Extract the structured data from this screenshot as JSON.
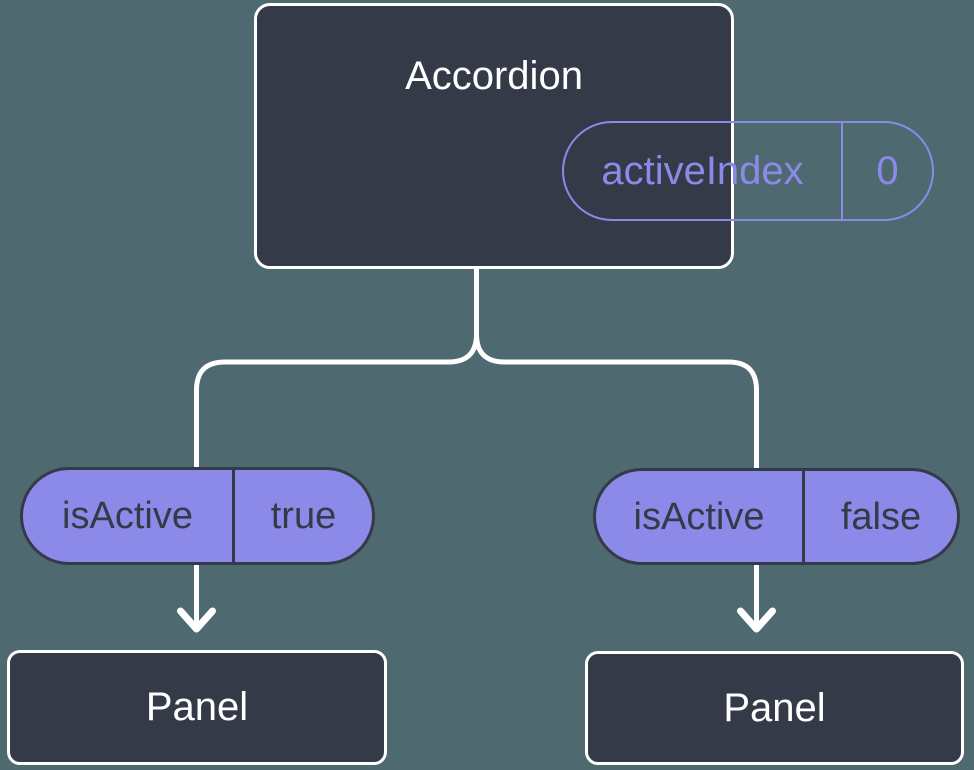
{
  "colors": {
    "background": "#4e6a70",
    "node_fill": "#343a47",
    "node_border": "#ffffff",
    "connector": "#ffffff",
    "accent_purple": "#8b8ae8",
    "pill_dark_text": "#343a47"
  },
  "tree": {
    "root": {
      "title": "Accordion",
      "prop": {
        "name": "activeIndex",
        "value": "0"
      }
    },
    "children": [
      {
        "prop": {
          "name": "isActive",
          "value": "true"
        },
        "label": "Panel"
      },
      {
        "prop": {
          "name": "isActive",
          "value": "false"
        },
        "label": "Panel"
      }
    ]
  }
}
